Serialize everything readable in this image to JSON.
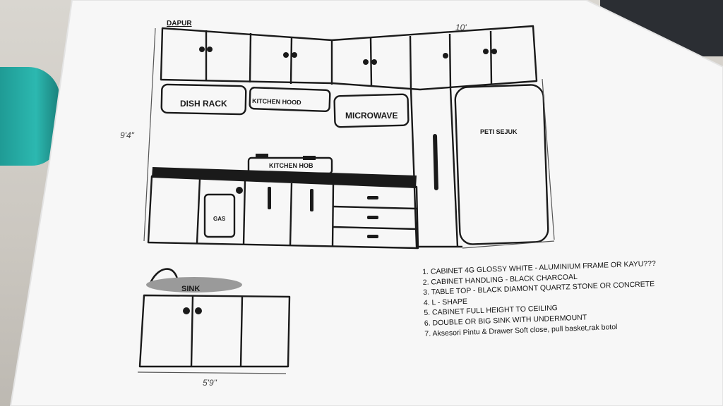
{
  "photo": {
    "subject": "Hand-drawn kitchen cabinet plan printed on paper",
    "title": "DAPUR",
    "dimensions": {
      "width": "10'",
      "height": "9'4\"",
      "island_width": "5'9\""
    },
    "labels": {
      "dish_rack": "DISH RACK",
      "kitchen_hood": "KITCHEN HOOD",
      "microwave": "MICROWAVE",
      "fridge": "PETI SEJUK",
      "hob": "KITCHEN HOB",
      "gas": "GAS",
      "sink": "SINK"
    },
    "notes": [
      "1. CABINET 4G GLOSSY WHITE - ALUMINIUM FRAME OR KAYU???",
      "2. CABINET HANDLING - BLACK CHARCOAL",
      "3. TABLE TOP - BLACK DIAMONT QUARTZ STONE  OR CONCRETE",
      "4. L - SHAPE",
      "5. CABINET FULL HEIGHT TO CEILING",
      "6. DOUBLE OR BIG SINK WITH UNDERMOUNT",
      "7. Aksesori Pintu & Drawer Soft close, pull basket,rak botol"
    ],
    "colors": {
      "paper": "#f7f7f7",
      "ink": "#1a1a1a",
      "sink": "#9a9a9a"
    }
  }
}
